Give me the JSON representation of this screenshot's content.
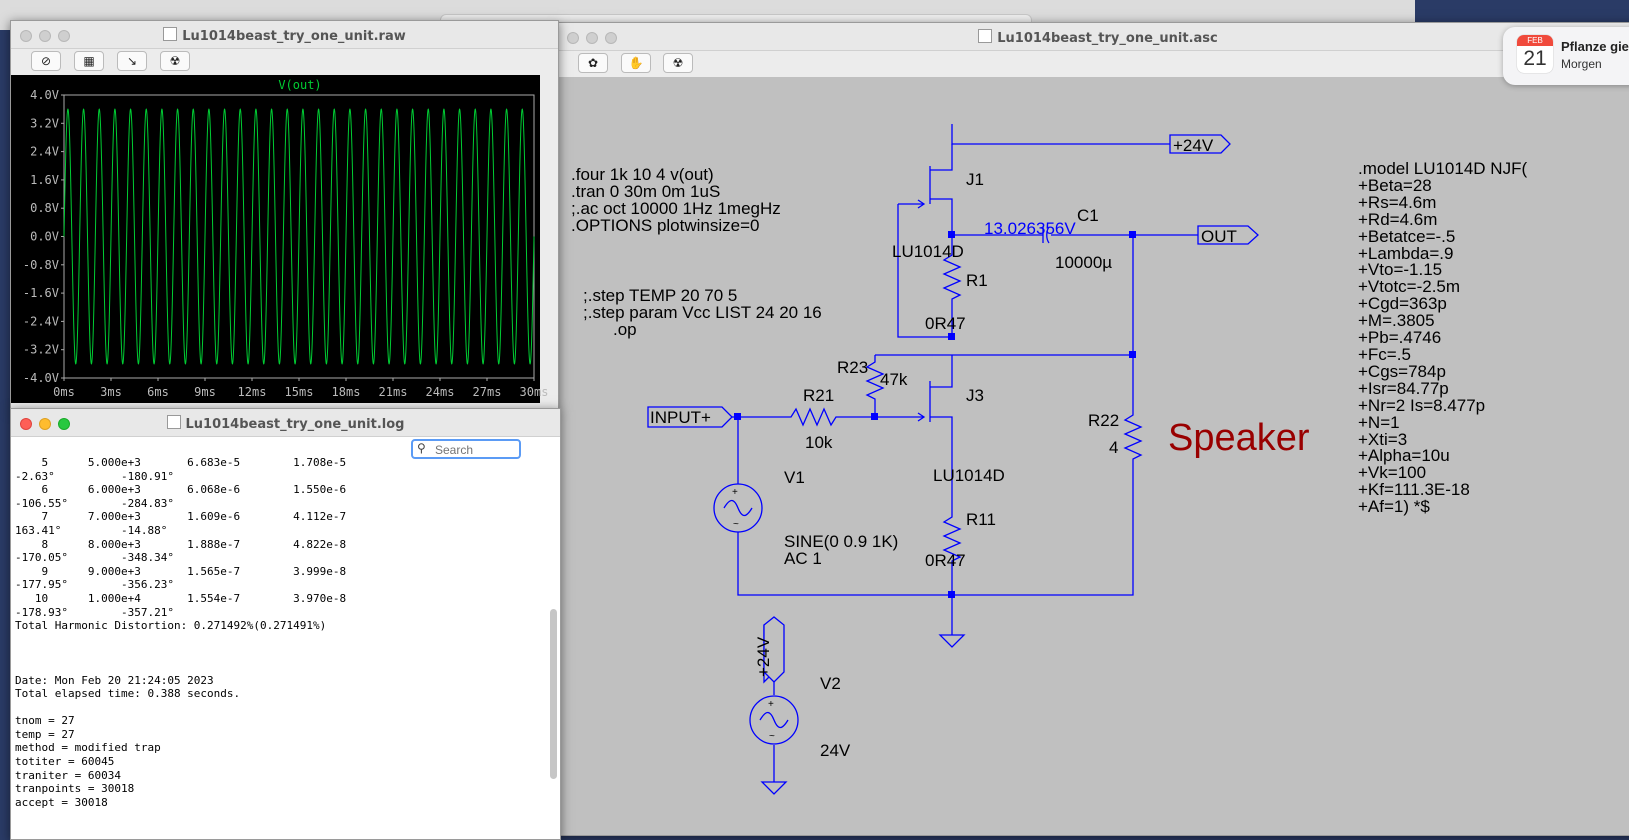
{
  "plot_window": {
    "title": "Lu1014beast_try_one_unit.raw",
    "trace_label": "V(out)",
    "trace_color": "#00cc33",
    "y_ticks": [
      "4.0V",
      "3.2V",
      "2.4V",
      "1.6V",
      "0.8V",
      "0.0V",
      "-0.8V",
      "-1.6V",
      "-2.4V",
      "-3.2V",
      "-4.0V"
    ],
    "x_ticks": [
      "0ms",
      "3ms",
      "6ms",
      "9ms",
      "12ms",
      "15ms",
      "18ms",
      "21ms",
      "24ms",
      "27ms",
      "30ms"
    ],
    "toolbar_icons": [
      "zoom-out-icon",
      "autorange-icon",
      "zoom-fit-icon",
      "probe-icon"
    ]
  },
  "chart_data": {
    "type": "line",
    "title": "V(out)",
    "xlabel": "",
    "ylabel": "",
    "xlim": [
      0,
      30
    ],
    "ylim": [
      -4.0,
      4.0
    ],
    "x_unit": "ms",
    "y_unit": "V",
    "series": [
      {
        "name": "V(out)",
        "frequency_khz": 1.0,
        "amplitude_v": 3.6
      }
    ],
    "grid": false
  },
  "schematic_window": {
    "title": "Lu1014beast_try_one_unit.asc",
    "toolbar_icons": [
      "run-icon",
      "pan-icon",
      "probe-icon"
    ],
    "directives": [
      ".four 1k 10 4 v(out)",
      ".tran 0 30m 0m 1uS",
      ";.ac oct 10000 1Hz 1megHz",
      ".OPTIONS plotwinsize=0"
    ],
    "step_directives": [
      ";.step TEMP 20 70 5",
      ";.step param Vcc LIST 24 20 16"
    ],
    "op_directive": ".op",
    "model_lines": [
      ".model LU1014D NJF(",
      "+Beta=28",
      "+Rs=4.6m",
      "+Rd=4.6m",
      "+Betatce=-.5",
      "+Lambda=.9",
      "+Vto=-1.15",
      "+Vtotc=-2.5m",
      "+Cgd=363p",
      "+M=.3805",
      "+Pb=.4746",
      "+Fc=.5",
      "+Cgs=784p",
      "+Isr=84.77p",
      "+Nr=2 Is=8.477p",
      "+N=1",
      "+Xti=3",
      "+Alpha=10u",
      "+Vk=100",
      "+Kf=111.3E-18",
      "+Af=1) *$"
    ],
    "labels": {
      "vcc_top": "+24V",
      "out": "OUT",
      "input": "INPUT+",
      "j1": "J1",
      "j1_model": "LU1014D",
      "r1": "R1",
      "r1_val": "0R47",
      "c1": "C1",
      "c1_val": "10000µ",
      "c1_voltage": "13.026356V",
      "r23": "R23",
      "r23_val": "47k",
      "r21": "R21",
      "r21_val": "10k",
      "j3": "J3",
      "j3_model": "LU1014D",
      "r22": "R22",
      "r22_val": "4",
      "speaker": "Speaker",
      "v1": "V1",
      "v1_val1": "SINE(0 0.9 1K)",
      "v1_val2": "AC 1",
      "r11": "R11",
      "r11_val": "0R47",
      "v2_flag": "+24V",
      "v2": "V2",
      "v2_val": "24V"
    }
  },
  "log_window": {
    "title": "Lu1014beast_try_one_unit.log",
    "search_placeholder": "Search",
    "lines": [
      "    5      5.000e+3       6.683e-5        1.708e-5",
      "-2.63°          -180.91°",
      "    6      6.000e+3       6.068e-6        1.550e-6",
      "-106.55°        -284.83°",
      "    7      7.000e+3       1.609e-6        4.112e-7",
      "163.41°         -14.88°",
      "    8      8.000e+3       1.888e-7        4.822e-8",
      "-170.05°        -348.34°",
      "    9      9.000e+3       1.565e-7        3.999e-8",
      "-177.95°        -356.23°",
      "   10      1.000e+4       1.554e-7        3.970e-8",
      "-178.93°        -357.21°",
      "Total Harmonic Distortion: 0.271492%(0.271491%)",
      "",
      "",
      "",
      "Date: Mon Feb 20 21:24:05 2023",
      "Total elapsed time: 0.388 seconds.",
      "",
      "tnom = 27",
      "temp = 27",
      "method = modified trap",
      "totiter = 60045",
      "traniter = 60034",
      "tranpoints = 30018",
      "accept = 30018"
    ]
  },
  "notification": {
    "month": "FEB",
    "day": "21",
    "title": "Pflanze gie",
    "subtitle": "Morgen"
  }
}
